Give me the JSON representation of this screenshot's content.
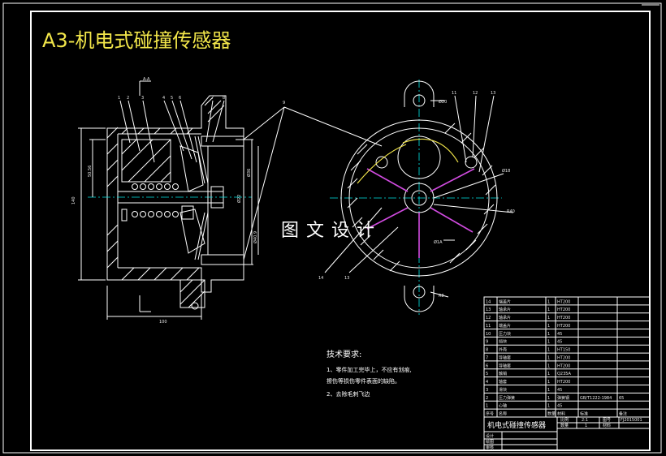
{
  "drawing": {
    "title": "A3-机电式碰撞传感器",
    "watermark": "图文设计",
    "section_mark": "A-A",
    "tech_requirements": {
      "heading": "技术要求:",
      "line1": "1、零件加工完毕上，不应有划痕,",
      "line2": "擦伤等损伤零件表面的缺陷。",
      "line3": "2、去除毛刺飞边"
    },
    "dimensions": {
      "d_left_total": "140",
      "d_left_inner": "50.56",
      "d_mid1": "Ø36",
      "d_mid2": "Ø22",
      "d_right": "Ø40.9",
      "d_bottom": "100",
      "r_view_small": "R8",
      "r_view_large": "R40",
      "r_view_a": "Ø18",
      "r_view_b": "Ø1A",
      "r_view_c": "Ø20"
    },
    "callouts": {
      "c1": "1",
      "c2": "2",
      "c3": "3",
      "c4": "4",
      "c5": "5",
      "c6": "6",
      "c7": "7",
      "c8": "8",
      "c9": "9",
      "c11": "11",
      "c12": "12",
      "c13": "13",
      "c14": "14"
    },
    "bom": {
      "rows": [
        {
          "no": "14",
          "name": "端盖片",
          "qty": "1",
          "mat": "HT200",
          "std": "",
          "note": ""
        },
        {
          "no": "13",
          "name": "轴承片",
          "qty": "1",
          "mat": "HT200",
          "std": "",
          "note": ""
        },
        {
          "no": "12",
          "name": "轴承片",
          "qty": "1",
          "mat": "HT200",
          "std": "",
          "note": ""
        },
        {
          "no": "11",
          "name": "端盖片",
          "qty": "1",
          "mat": "HT200",
          "std": "",
          "note": ""
        },
        {
          "no": "10",
          "name": "压力块",
          "qty": "1",
          "mat": "45",
          "std": "",
          "note": ""
        },
        {
          "no": "9",
          "name": "挡块",
          "qty": "1",
          "mat": "45",
          "std": "",
          "note": ""
        },
        {
          "no": "8",
          "name": "外壳",
          "qty": "1",
          "mat": "HT150",
          "std": "",
          "note": ""
        },
        {
          "no": "7",
          "name": "导轴套",
          "qty": "1",
          "mat": "HT200",
          "std": "",
          "note": ""
        },
        {
          "no": "6",
          "name": "导轴套",
          "qty": "1",
          "mat": "HT200",
          "std": "",
          "note": ""
        },
        {
          "no": "5",
          "name": "触销",
          "qty": "1",
          "mat": "Q235A",
          "std": "",
          "note": ""
        },
        {
          "no": "4",
          "name": "轴套",
          "qty": "1",
          "mat": "HT200",
          "std": "",
          "note": ""
        },
        {
          "no": "3",
          "name": "滑块",
          "qty": "1",
          "mat": "45",
          "std": "",
          "note": ""
        },
        {
          "no": "2",
          "name": "压力弹簧",
          "qty": "1",
          "mat": "弹簧钢",
          "std": "GB/T1222-1984",
          "note": "65"
        },
        {
          "no": "1",
          "name": "心轴",
          "qty": "1",
          "mat": "45",
          "std": "",
          "note": ""
        }
      ],
      "header": {
        "no": "序号",
        "name": "名称",
        "qty": "数量",
        "mat": "材料",
        "std": "标准",
        "note": "备注"
      }
    },
    "title_block": {
      "name": "机电式碰撞传感器",
      "scale_label": "比例",
      "scale": "2:1",
      "drawing_no_label": "图号",
      "drawing_no": "FJ2015001",
      "qty_label": "数量",
      "qty": "1",
      "material_label": "材料",
      "design": "设计",
      "draw": "绘图",
      "review": "审核"
    }
  }
}
